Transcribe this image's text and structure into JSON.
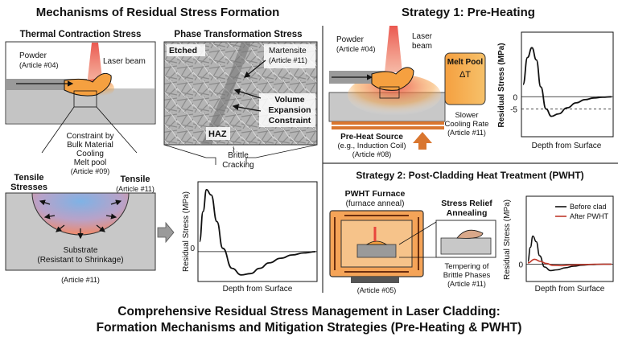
{
  "titles": {
    "mechanisms": "Mechanisms of Residual Stress Formation",
    "strategy1": "Strategy 1: Pre-Heating",
    "strategy2": "Strategy 2: Post-Cladding Heat Treatment (PWHT)",
    "footer_line1": "Comprehensive Residual Stress Management in Laser Cladding:",
    "footer_line2": "Formation Mechanisms and Mitigation Strategies (Pre-Heating & PWHT)"
  },
  "thermal": {
    "heading": "Thermal Contraction Stress",
    "powder": "Powder",
    "powder_ref": "(Article #04)",
    "laser": "Laser beam",
    "constraint1": "Constraint by",
    "constraint2": "Bulk Material",
    "cooling1": "Cooling",
    "cooling2": "Melt pool",
    "cooling_ref": "(Article #09)",
    "tensile_left1": "Tensile",
    "tensile_left2": "Stresses",
    "tensile_right": "Tensile",
    "tensile_right_ref": "(Article #11)",
    "substrate1": "Substrate",
    "substrate2": "(Resistant to Shrinkage)",
    "bottom_ref": "(Article #11)"
  },
  "phase": {
    "heading": "Phase Transformation Stress",
    "etched": "Etched",
    "martensite": "Martensite",
    "martensite_ref": "(Article #11)",
    "vol1": "Volume",
    "vol2": "Expansion",
    "vol3": "Constraint",
    "haz": "HAZ",
    "brittle1": "Brittle",
    "brittle2": "Cracking",
    "chart_ylabel": "Residual Stress (MPa)",
    "chart_xlabel": "Depth from Surface",
    "chart_zero": "0"
  },
  "preheat": {
    "powder": "Powder",
    "powder_ref": "(Article #04)",
    "laser1": "Laser",
    "laser2": "beam",
    "meltpool": "Melt Pool",
    "delta": "ΔT",
    "slower1": "Slower",
    "slower2": "Cooling Rate",
    "slower_ref": "(Article #11)",
    "source1": "Pre-Heat Source",
    "source2": "(e.g., Induction Coil)",
    "source_ref": "(Article #08)",
    "chart_ylabel": "Residual Stress (MPa)",
    "chart_xlabel": "Depth from Surface",
    "tick_zero": "0",
    "tick_minus": "-5"
  },
  "pwht": {
    "furnace1": "PWHT Furnace",
    "furnace2": "(furnace anneal)",
    "furnace_ref": "(Article #05)",
    "relief1": "Stress Relief",
    "relief2": "Annealing",
    "tempering1": "Tempering of",
    "tempering2": "Brittle Phases",
    "tempering_ref": "(Article #11)",
    "chart_ylabel": "Residual Stress (MPa)",
    "chart_xlabel": "Depth from Surface",
    "tick_zero": "0",
    "legend_before": "Before clad",
    "legend_after": "After PWHT"
  },
  "colors": {
    "laser": "#e8453c",
    "melt_blue": "#7fb2e5",
    "melt_orange": "#f5a040",
    "substrate": "#c8c8c8",
    "furnace": "#f5a458",
    "after_pwht": "#c0392b",
    "coil": "#d9762f"
  },
  "chart_data": [
    {
      "type": "line",
      "title": "",
      "xlabel": "Depth from Surface",
      "ylabel": "Residual Stress (MPa)",
      "ylim": [
        -40,
        100
      ],
      "grid": false,
      "series": [
        {
          "x": [
            0,
            0.03,
            0.06,
            0.1,
            0.15,
            0.2,
            0.28,
            0.36,
            0.44,
            0.52,
            0.6,
            0.7,
            0.8,
            0.9,
            1.0
          ],
          "y": [
            15,
            60,
            93,
            85,
            45,
            5,
            -25,
            -35,
            -33,
            -25,
            -17,
            -10,
            -5,
            -2,
            0
          ]
        }
      ]
    },
    {
      "type": "line",
      "title": "",
      "xlabel": "Depth from Surface",
      "ylabel": "Residual Stress (MPa)",
      "ylim": [
        -15,
        25
      ],
      "grid": false,
      "series": [
        {
          "x": [
            0,
            0.05,
            0.1,
            0.15,
            0.2,
            0.26,
            0.32,
            0.4,
            0.5,
            0.6,
            0.7,
            0.8,
            0.9,
            1.0
          ],
          "y": [
            5,
            16,
            20,
            15,
            4,
            -5,
            -8,
            -7,
            -4.5,
            -2.5,
            -1.2,
            -0.5,
            -0.2,
            0
          ]
        }
      ]
    },
    {
      "type": "line",
      "title": "",
      "xlabel": "Depth from Surface",
      "ylabel": "Residual Stress (MPa)",
      "ylim": [
        -10,
        30
      ],
      "grid": false,
      "series": [
        {
          "name": "Before clad",
          "x": [
            0,
            0.03,
            0.06,
            0.1,
            0.14,
            0.2,
            0.27,
            0.35,
            0.45,
            0.55,
            0.65,
            0.75,
            0.9,
            1.0
          ],
          "y": [
            2,
            12,
            20,
            16,
            6,
            -2,
            -4.5,
            -4,
            -2.5,
            -1.4,
            -0.7,
            -0.3,
            0,
            0
          ]
        },
        {
          "name": "After PWHT",
          "x": [
            0,
            0.08,
            0.15,
            0.22,
            0.3,
            0.4,
            0.5,
            0.65,
            0.8,
            1.0
          ],
          "y": [
            1,
            3.5,
            2,
            0.5,
            -0.8,
            -1,
            -0.6,
            -0.3,
            0,
            0
          ]
        }
      ]
    }
  ]
}
